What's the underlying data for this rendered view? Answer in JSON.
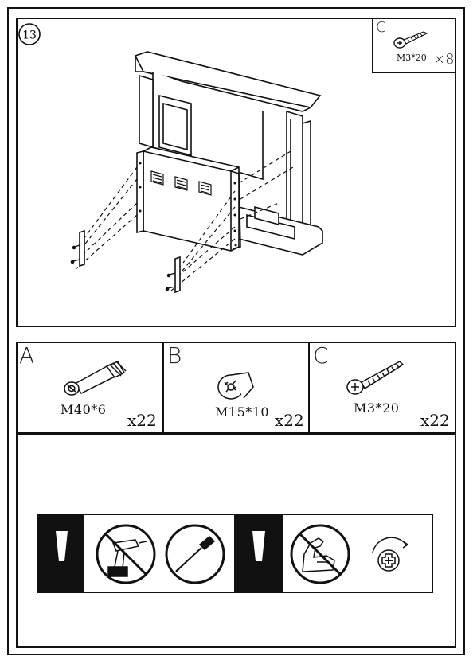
{
  "step": {
    "number": "13"
  },
  "callout": {
    "letter": "C",
    "code": "M3*20",
    "qty": "×8"
  },
  "parts": [
    {
      "letter": "A",
      "code": "M40*6",
      "qty": "x22"
    },
    {
      "letter": "B",
      "code": "M15*10",
      "qty": "x22"
    },
    {
      "letter": "C",
      "code": "M3*20",
      "qty": "x22"
    }
  ],
  "warnings": [
    {
      "type": "caution-exclamation-icon"
    },
    {
      "type": "no-power-drill-icon"
    },
    {
      "type": "use-screwdriver-icon"
    },
    {
      "type": "caution-exclamation-icon"
    },
    {
      "type": "no-overtighten-icon"
    },
    {
      "type": "phillips-rotate-icon"
    }
  ]
}
